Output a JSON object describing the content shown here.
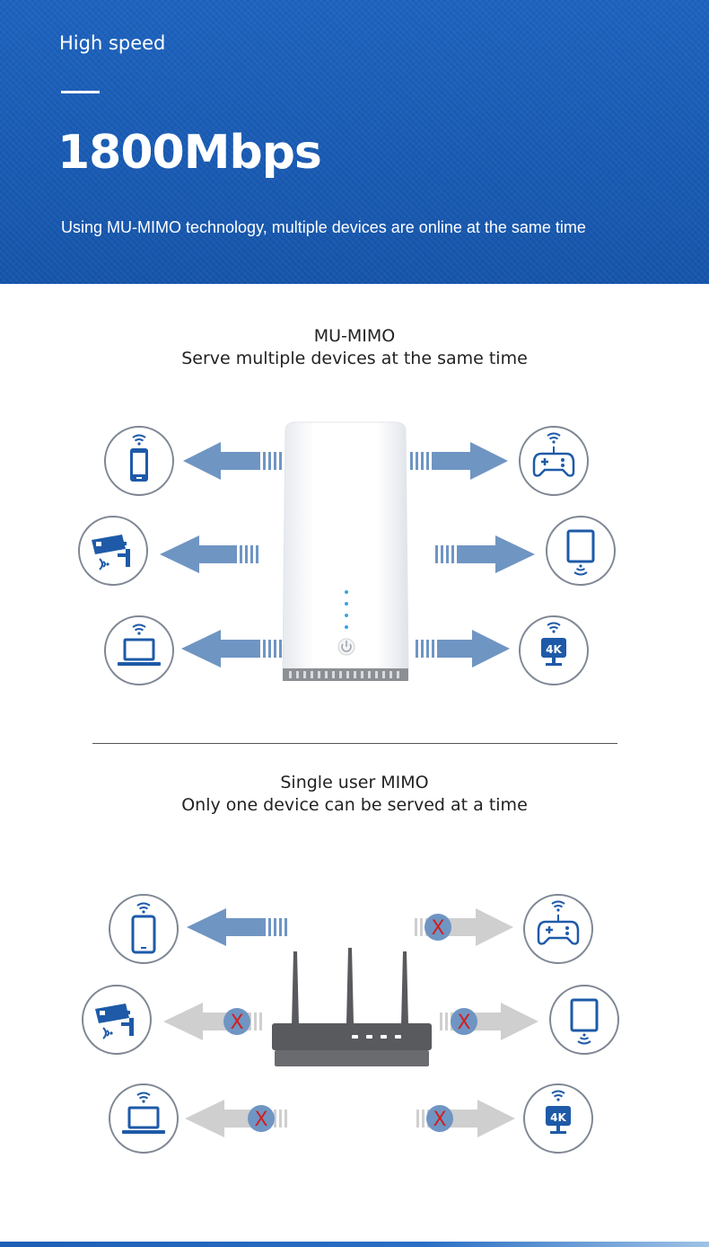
{
  "hero": {
    "kicker": "High speed",
    "speed": "1800Mbps",
    "subline": "Using MU-MIMO technology, multiple devices are online at the same time"
  },
  "mu_mimo": {
    "title": "MU-MIMO",
    "subtitle": "Serve multiple devices at the same time"
  },
  "su_mimo": {
    "title": "Single user MIMO",
    "subtitle": "Only one device can be served at a time",
    "blocked_mark": "X"
  },
  "devices": {
    "left": [
      "phone-icon",
      "camera-icon",
      "laptop-icon"
    ],
    "right": [
      "gamepad-icon",
      "tablet-icon",
      "tv-4k-icon"
    ],
    "tv_label": "4K"
  },
  "colors": {
    "hero_blue": "#1c5fb9",
    "icon_blue": "#1e5aa8",
    "arrow_active": "#6f95c3",
    "arrow_blocked": "#cfcfcf",
    "x_red": "#d11f1f",
    "router_gray": "#595a5d"
  }
}
